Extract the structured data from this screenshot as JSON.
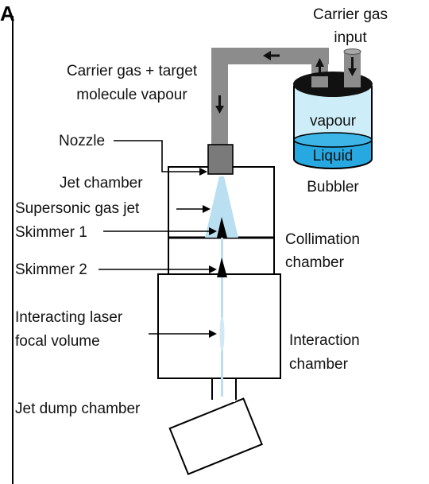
{
  "panel_label": "A",
  "labels": {
    "carrier_gas_input_1": "Carrier gas",
    "carrier_gas_input_2": "input",
    "carrier_plus_vapour_1": "Carrier gas + target",
    "carrier_plus_vapour_2": "molecule vapour",
    "nozzle": "Nozzle",
    "jet_chamber": "Jet chamber",
    "supersonic_gas_jet": "Supersonic gas jet",
    "skimmer_1": "Skimmer 1",
    "skimmer_2": "Skimmer 2",
    "collimation_chamber_1": "Collimation",
    "collimation_chamber_2": "chamber",
    "laser_focal_1": "Interacting laser",
    "laser_focal_2": "focal volume",
    "interaction_chamber_1": "Interaction",
    "interaction_chamber_2": "chamber",
    "jet_dump_chamber": "Jet dump chamber",
    "bubbler": "Bubbler",
    "vapour": "vapour",
    "liquid": "Liquid"
  },
  "colors": {
    "pipe": "#8c8c8c",
    "nozzle": "#7a7a7a",
    "vapour_fill": "#cdeef8",
    "liquid_fill": "#27a8e0",
    "jet_fill": "#b9dff0",
    "bubbler_cap": "#111111"
  }
}
